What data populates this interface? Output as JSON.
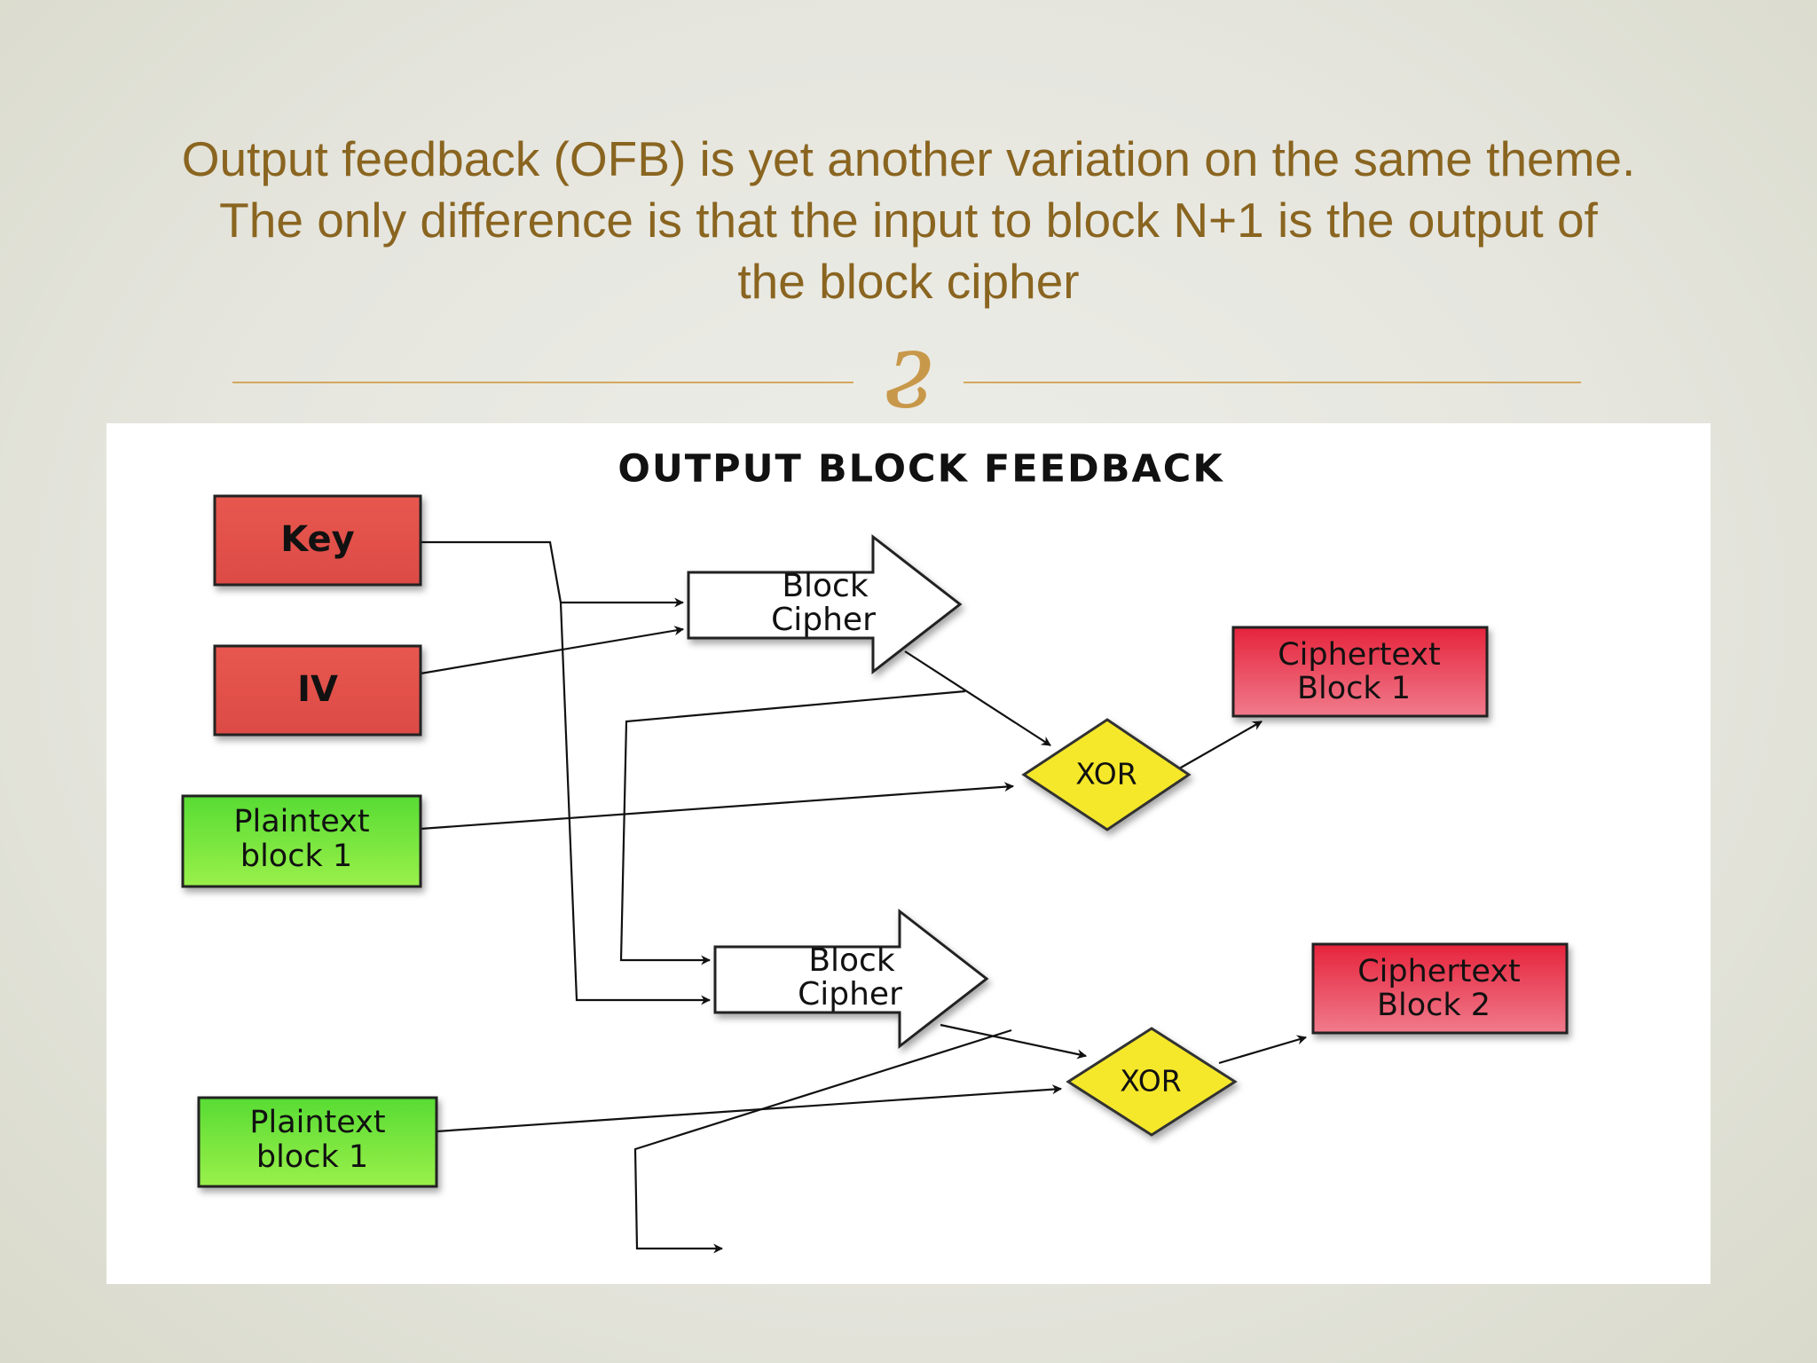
{
  "slide": {
    "title_lines": [
      "Output feedback (OFB) is yet another variation on the same theme.",
      "The only difference is that the input to block N+1 is the output of",
      "the block cipher"
    ],
    "ornament_glyph": "Ϩ",
    "ornament_icon": "scroll-ornament-icon"
  },
  "diagram": {
    "title": "OUTPUT BLOCK FEEDBACK",
    "nodes": {
      "key": {
        "label": "Key"
      },
      "iv": {
        "label": "IV"
      },
      "plaintext_1": {
        "line1": "Plaintext",
        "line2": "block 1"
      },
      "plaintext_2": {
        "line1": "Plaintext",
        "line2": "block 1"
      },
      "block_cipher_1": {
        "line1": "Block",
        "line2": "Cipher"
      },
      "block_cipher_2": {
        "line1": "Block",
        "line2": "Cipher"
      },
      "xor_1": {
        "label": "XOR"
      },
      "xor_2": {
        "label": "XOR"
      },
      "ciphertext_1": {
        "line1": "Ciphertext",
        "line2": "Block 1"
      },
      "ciphertext_2": {
        "line1": "Ciphertext",
        "line2": "Block 2"
      }
    },
    "colors": {
      "key_fill": "#e8574f",
      "plaintext_fill": "#66e13a",
      "ciphertext_fill": "#e8384a",
      "xor_fill": "#f5e82c",
      "cipher_fill": "#ffffff",
      "title_color": "#8a6520",
      "ornament_color": "#c8984a"
    }
  }
}
